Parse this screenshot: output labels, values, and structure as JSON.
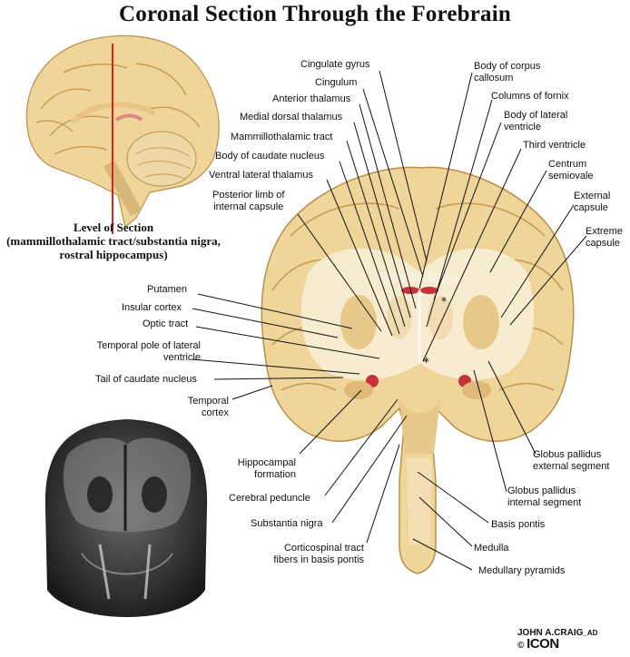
{
  "title": "Coronal Section Through the Forebrain",
  "level_of_section": [
    "Level of Section",
    "(mammillothalamic tract/substantia nigra,",
    "rostral hippocampus)"
  ],
  "labels": {
    "cingulate_gyrus": [
      "Cingulate gyrus"
    ],
    "cingulum": [
      "Cingulum"
    ],
    "anterior_thalamus": [
      "Anterior thalamus"
    ],
    "medial_dorsal_thalamus": [
      "Medial dorsal thalamus"
    ],
    "mammillothalamic_tract": [
      "Mammillothalamic tract"
    ],
    "body_of_caudate_nucleus": [
      "Body of caudate nucleus"
    ],
    "ventral_lateral_thalamus": [
      "Ventral lateral thalamus"
    ],
    "posterior_limb_internal_capsule": [
      "Posterior limb of",
      "internal capsule"
    ],
    "putamen": [
      "Putamen"
    ],
    "insular_cortex": [
      "Insular cortex"
    ],
    "optic_tract": [
      "Optic tract"
    ],
    "temporal_pole_lateral_ventricle": [
      "Temporal pole of lateral",
      "ventricle"
    ],
    "tail_of_caudate_nucleus": [
      "Tail of caudate nucleus"
    ],
    "temporal_cortex": [
      "Temporal",
      "cortex"
    ],
    "hippocampal_formation": [
      "Hippocampal",
      "formation"
    ],
    "cerebral_peduncle": [
      "Cerebral peduncle"
    ],
    "substantia_nigra": [
      "Substantia nigra"
    ],
    "corticospinal_tract": [
      "Corticospinal tract",
      "fibers in basis pontis"
    ],
    "body_of_corpus_callosum": [
      "Body of corpus",
      "callosum"
    ],
    "columns_of_fornix": [
      "Columns of fornix"
    ],
    "body_of_lateral_ventricle": [
      "Body of lateral",
      "ventricle"
    ],
    "third_ventricle": [
      "Third ventricle"
    ],
    "centrum_semiovale": [
      "Centrum",
      "semiovale"
    ],
    "external_capsule": [
      "External",
      "capsule"
    ],
    "extreme_capsule": [
      "Extreme",
      "capsule"
    ],
    "globus_pallidus_external": [
      "Globus pallidus",
      "external segment"
    ],
    "globus_pallidus_internal": [
      "Globus pallidus",
      "internal segment"
    ],
    "basis_pontis": [
      "Basis pontis"
    ],
    "medulla": [
      "Medulla"
    ],
    "medullary_pyramids": [
      "Medullary pyramids"
    ]
  },
  "signature": {
    "line1": "JOHN A.CRAIG",
    "suffix": "_AD",
    "copyright": "©",
    "logo": "ICON"
  },
  "colors": {
    "section_line": "#d9261c",
    "brain_tan": "#f2d9a0",
    "white_matter": "#f7ecd0",
    "gray_matter": "#e8c98a",
    "red_vessel": "#c8323c"
  }
}
